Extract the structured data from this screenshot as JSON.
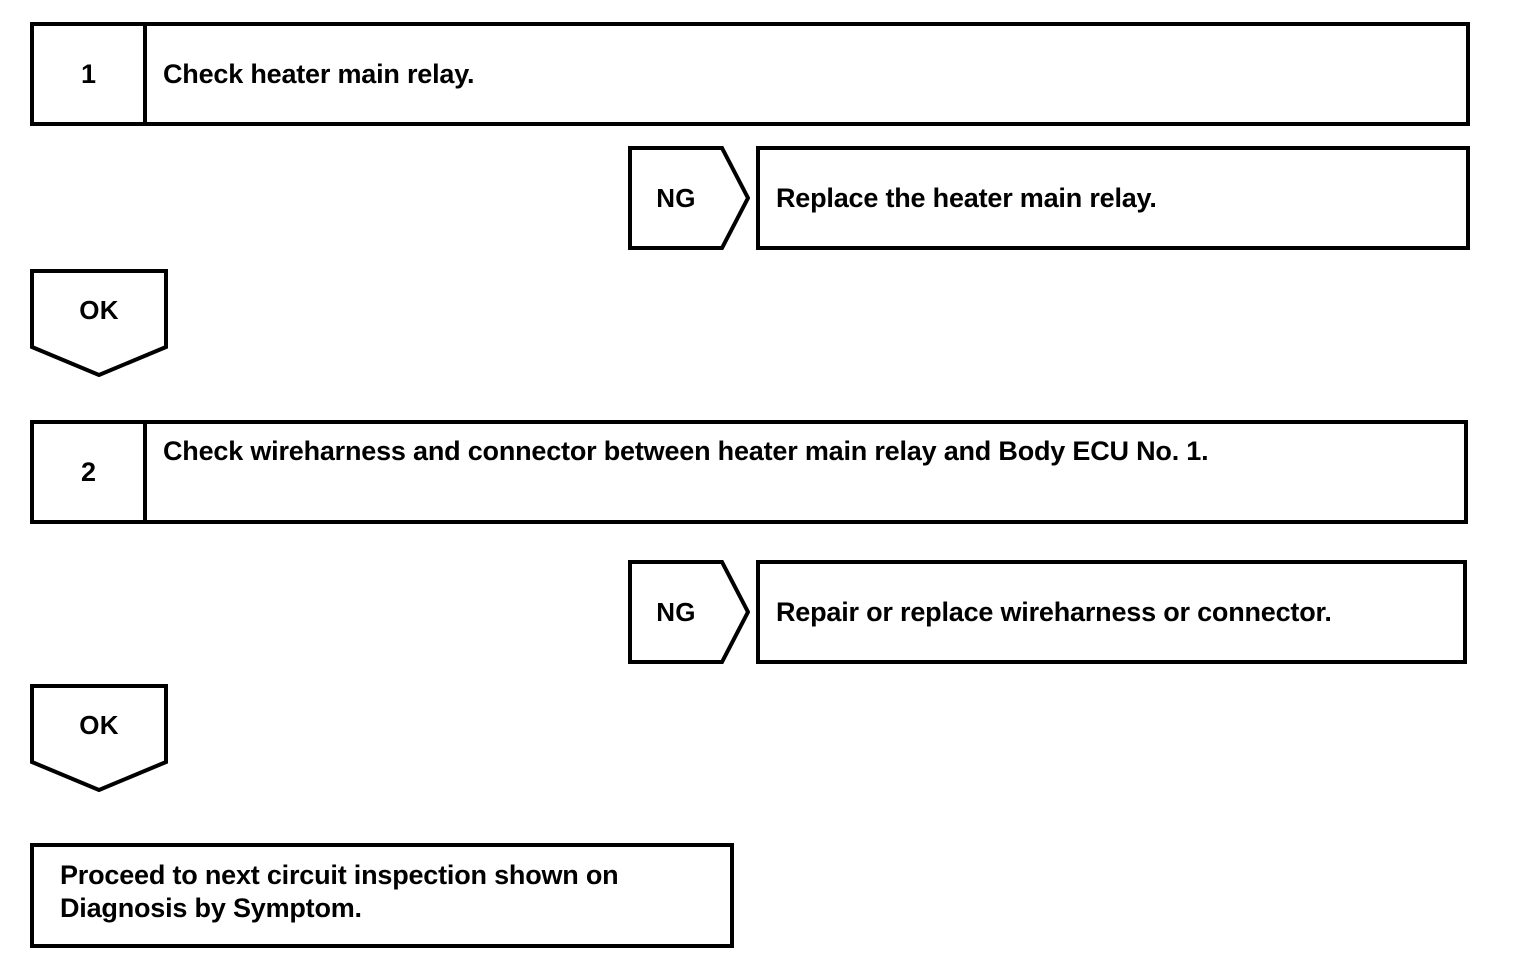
{
  "diagram": {
    "type": "troubleshooting-flowchart",
    "stroke_color": "#000000",
    "background_color": "#ffffff",
    "steps": [
      {
        "number": "1",
        "instruction": "Check heater main relay.",
        "ng_label": "NG",
        "ng_action": "Replace the heater main relay.",
        "ok_label": "OK"
      },
      {
        "number": "2",
        "instruction": "Check wireharness and connector between heater main relay and Body ECU No. 1.",
        "ng_label": "NG",
        "ng_action": "Repair or replace wireharness or connector.",
        "ok_label": "OK"
      }
    ],
    "final": {
      "line1": "Proceed to next circuit inspection shown on",
      "line2": "Diagnosis by Symptom."
    }
  }
}
